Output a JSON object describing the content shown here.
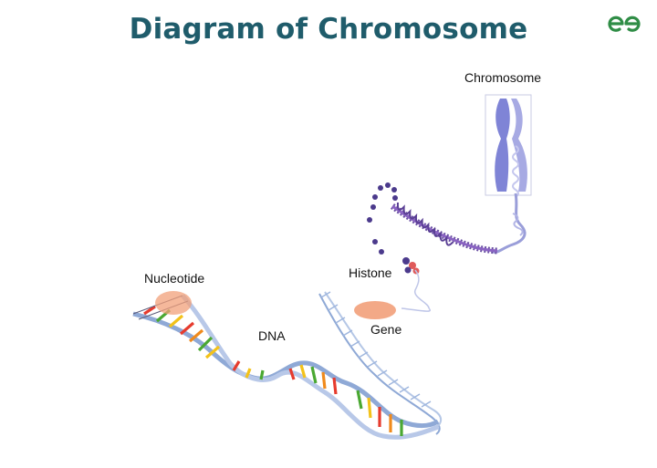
{
  "header": {
    "title": "Diagram of Chromosome"
  },
  "logo": {
    "icon": "geeksforgeeks-logo-icon",
    "color": "#2f8d46"
  },
  "diagram": {
    "labels": {
      "chromosome": "Chromosome",
      "histone": "Histone",
      "nucleotide": "Nucleotide",
      "gene": "Gene",
      "dna": "DNA"
    },
    "colors": {
      "title": "#1f5c6b",
      "chromosome": "#7f84d6",
      "coil": "#6a4fa3",
      "dna_backbone": "#8fa9d6",
      "gene_highlight": "#f2a07a",
      "base_pairs": [
        "#e63b2e",
        "#f3c21a",
        "#4aa832",
        "#f08a1c"
      ]
    }
  }
}
